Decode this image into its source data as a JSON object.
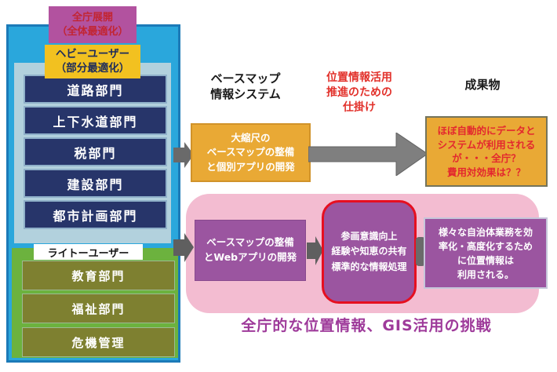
{
  "colors": {
    "cyan_panel": "#2aa7dc",
    "cyan_border": "#1c7ab8",
    "inner_panel": "#b2d1dd",
    "navy_box": "#27356a",
    "purple_header": "#b2529f",
    "yellow_header": "#f2c120",
    "green_panel": "#6cb23e",
    "olive_box": "#7e8030",
    "orange_box": "#e9a935",
    "pink_region": "#f3bcd1",
    "purple_box": "#9b55a0",
    "red_accent": "#e2312b",
    "red_border": "#e60f20",
    "magenta_text": "#9e3a9a",
    "arrow_gray": "#7f7f7f"
  },
  "left_panel": {
    "deployment_label": "全庁展開\n（全体最適化）",
    "heavy_user_label": "ヘビーユーザー\n（部分最適化）",
    "heavy_departments": [
      "道路部門",
      "上下水道部門",
      "税部門",
      "建設部門",
      "都市計画部門"
    ],
    "light_user_label": "ライトーユーザー",
    "light_departments": [
      "教育部門",
      "福祉部門",
      "危機管理"
    ]
  },
  "column_headers": {
    "basemap_system": "ベースマップ\n情報システム",
    "mechanism": "位置情報活用\n推進のための\n仕掛け",
    "deliverables": "成果物"
  },
  "heavy_flow": {
    "development_box": "大縮尺の\nベースマップの整備\nと個別アプリの開発",
    "result_box": "ほぼ自動的にデータと\nシステムが利用される\nが・・・全庁？\n費用対効果は？？"
  },
  "light_flow": {
    "development_box": "ベースマップの整備\nとWebアプリの開発",
    "mechanism_box": "参画意識向上\n経験や知恵の共有\n標準的な情報処理",
    "result_box": "様々な自治体業務を効\n率化・高度化するため\nに位置情報は\n利用される。"
  },
  "footer": {
    "challenge_text": "全庁的な位置情報、GIS活用の挑戦"
  }
}
